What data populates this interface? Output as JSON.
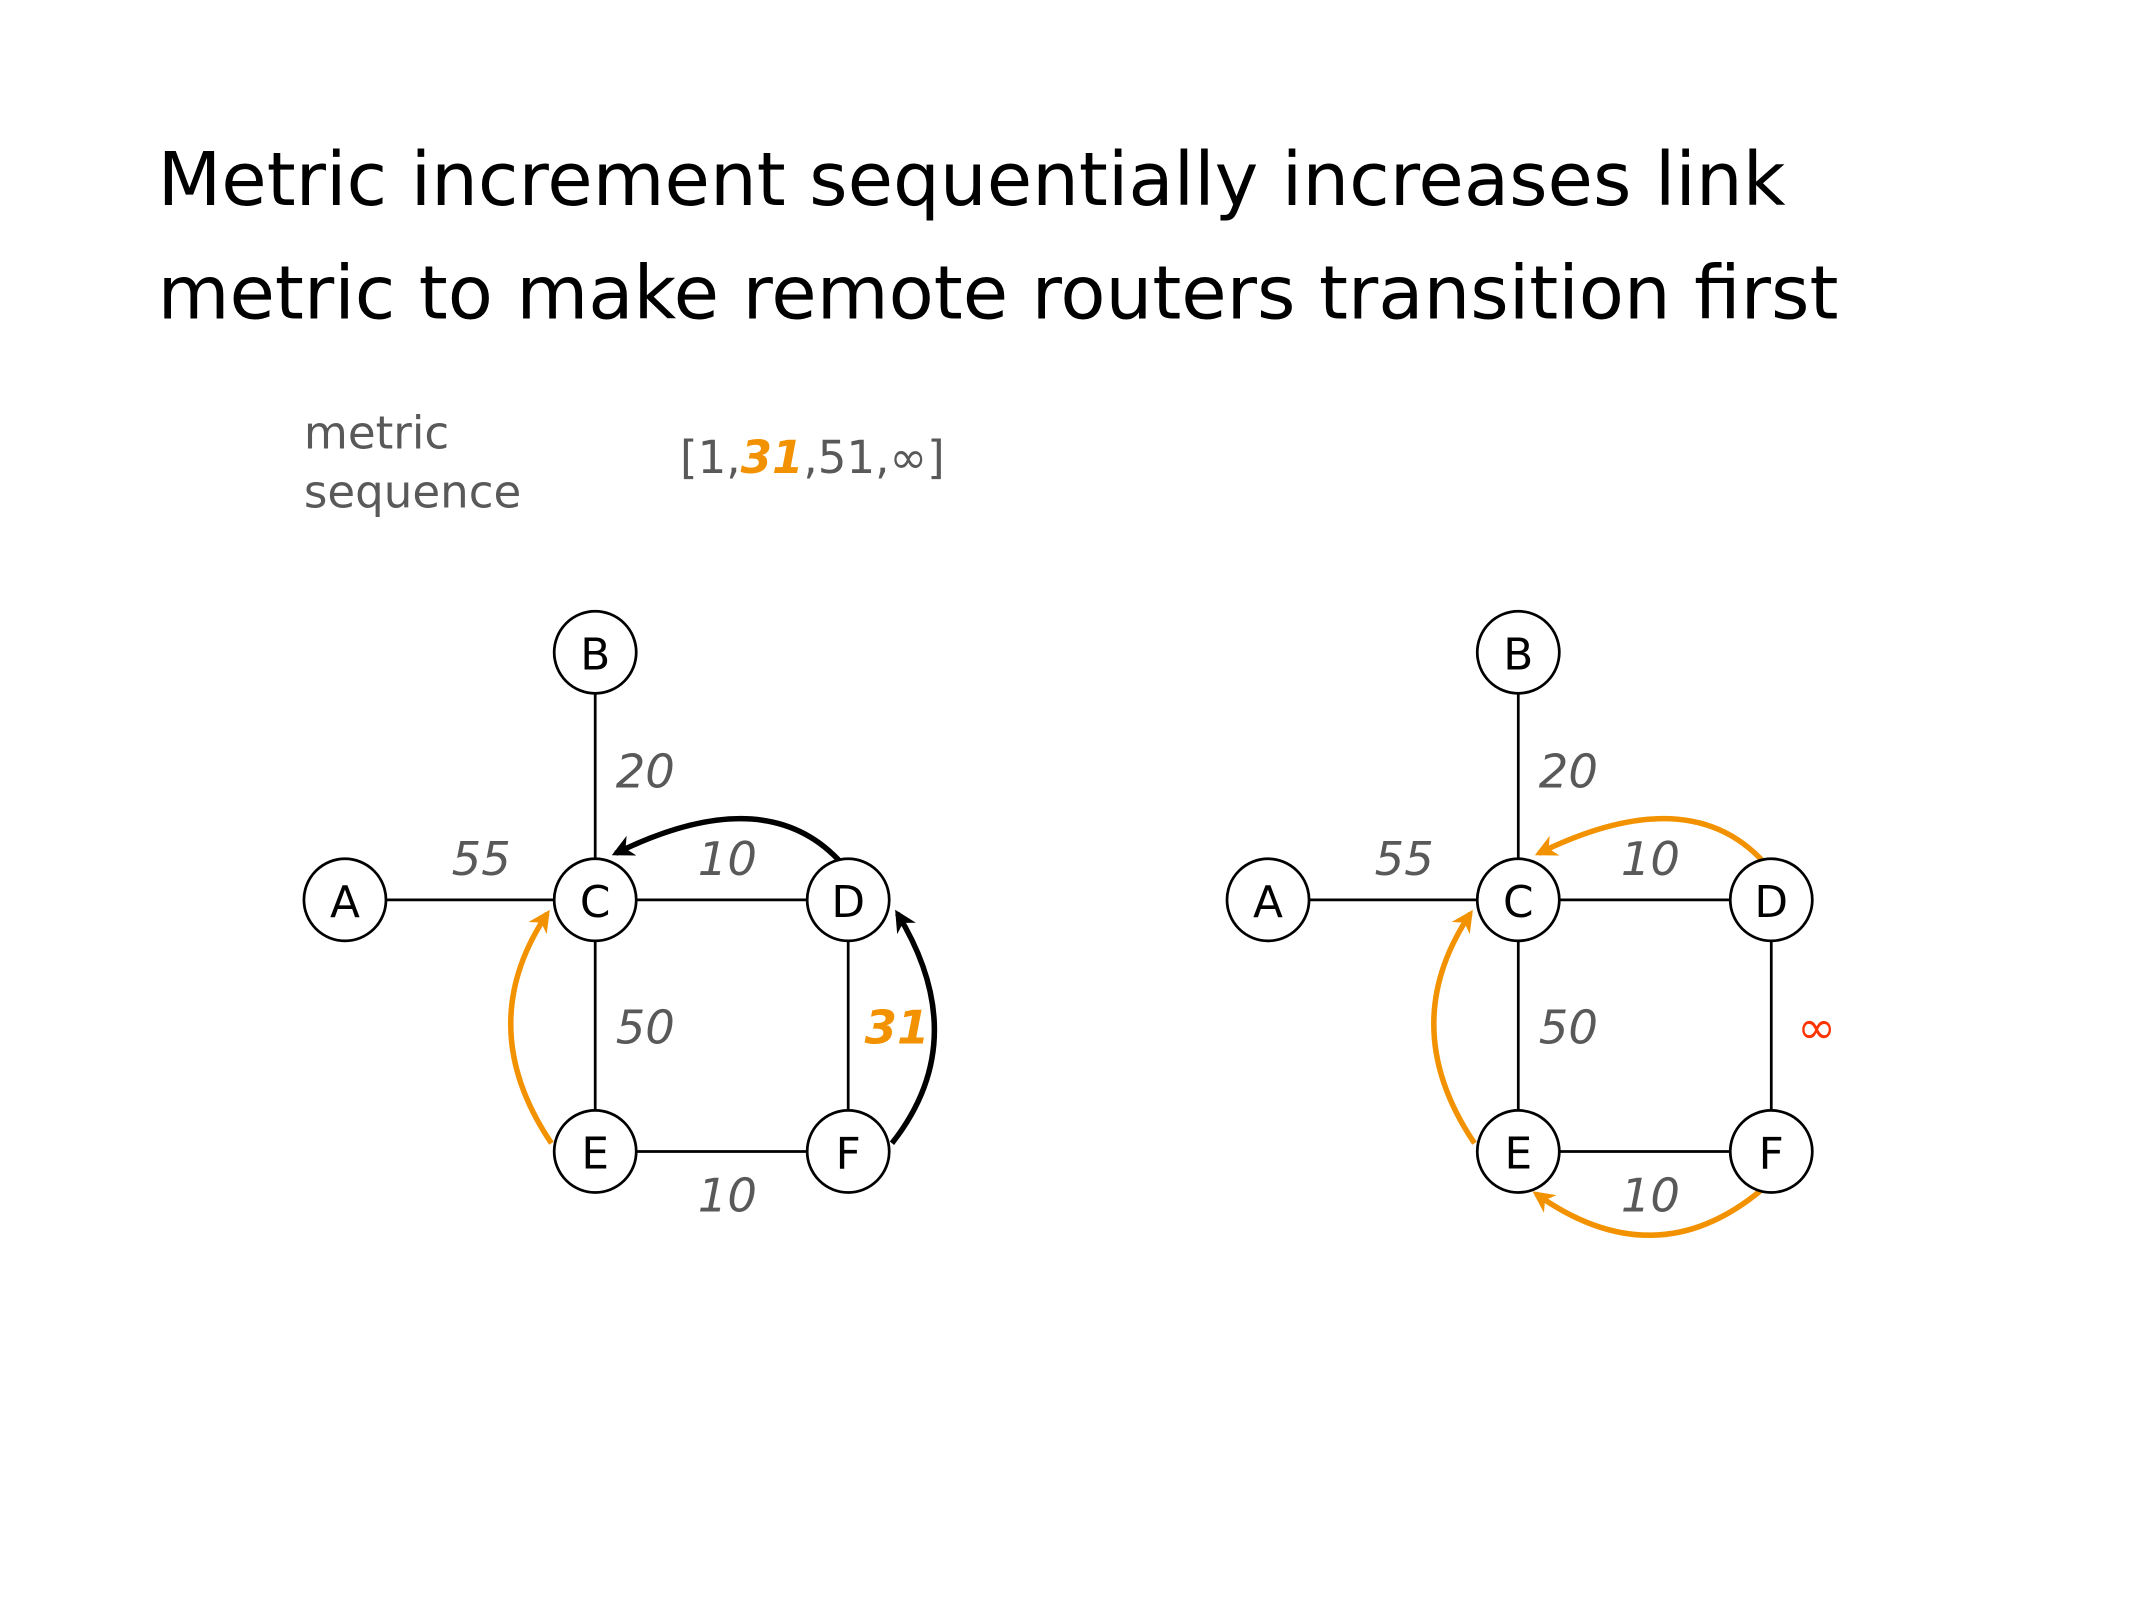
{
  "title": {
    "line1": "Metric increment sequentially increases link",
    "line2": "metric to make remote routers transition first"
  },
  "metric_sequence": {
    "label_line1": "metric",
    "label_line2": "sequence",
    "open": "[1,",
    "current": "31",
    "rest": ",51,∞]"
  },
  "nodes": [
    "A",
    "B",
    "C",
    "D",
    "E",
    "F"
  ],
  "left_graph": {
    "weights": {
      "A_C": "55",
      "B_C": "20",
      "C_D": "10",
      "C_E": "50",
      "D_F": "31",
      "E_F": "10"
    }
  },
  "right_graph": {
    "weights": {
      "A_C": "55",
      "B_C": "20",
      "C_D": "10",
      "C_E": "50",
      "D_F": "∞",
      "E_F": "10"
    }
  },
  "colors": {
    "highlight": "#f39200",
    "infinity": "#ff3300",
    "weight": "#595959"
  }
}
